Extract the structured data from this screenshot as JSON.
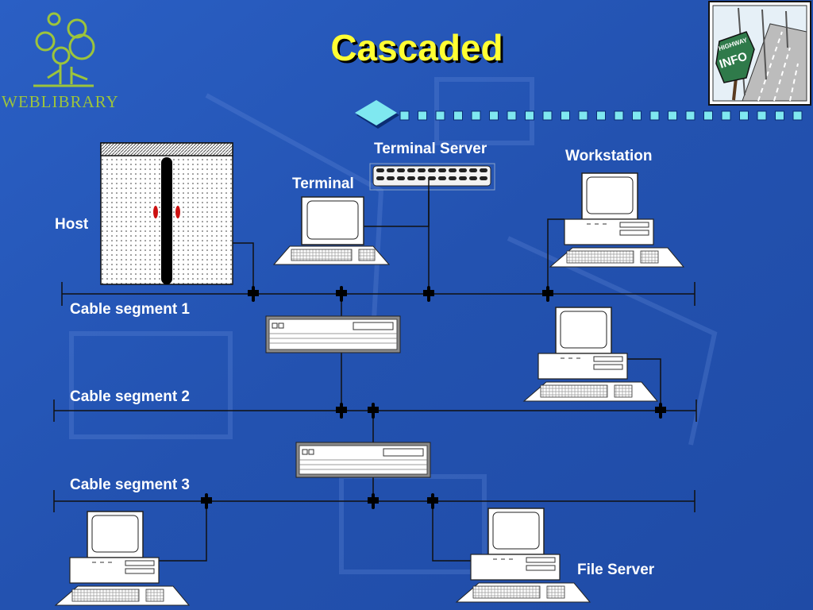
{
  "slide": {
    "title": "Cascaded",
    "background_color": "#2456b8",
    "title_color": "#ffff33",
    "accent_color": "#7fe8f0"
  },
  "logo": {
    "text": "WEBLIBRARY",
    "color": "#9cc43c",
    "icon": "tree-icon"
  },
  "clipart": {
    "icon": "highway-info-sign-icon",
    "sign_text_top": "HIGHWAY",
    "sign_text_main": "INFO"
  },
  "labels": {
    "host": "Host",
    "terminal": "Terminal",
    "terminal_server": "Terminal Server",
    "workstation": "Workstation",
    "cable_segment_1": "Cable segment 1",
    "cable_segment_2": "Cable segment 2",
    "cable_segment_3": "Cable segment 3",
    "file_server": "File Server"
  }
}
